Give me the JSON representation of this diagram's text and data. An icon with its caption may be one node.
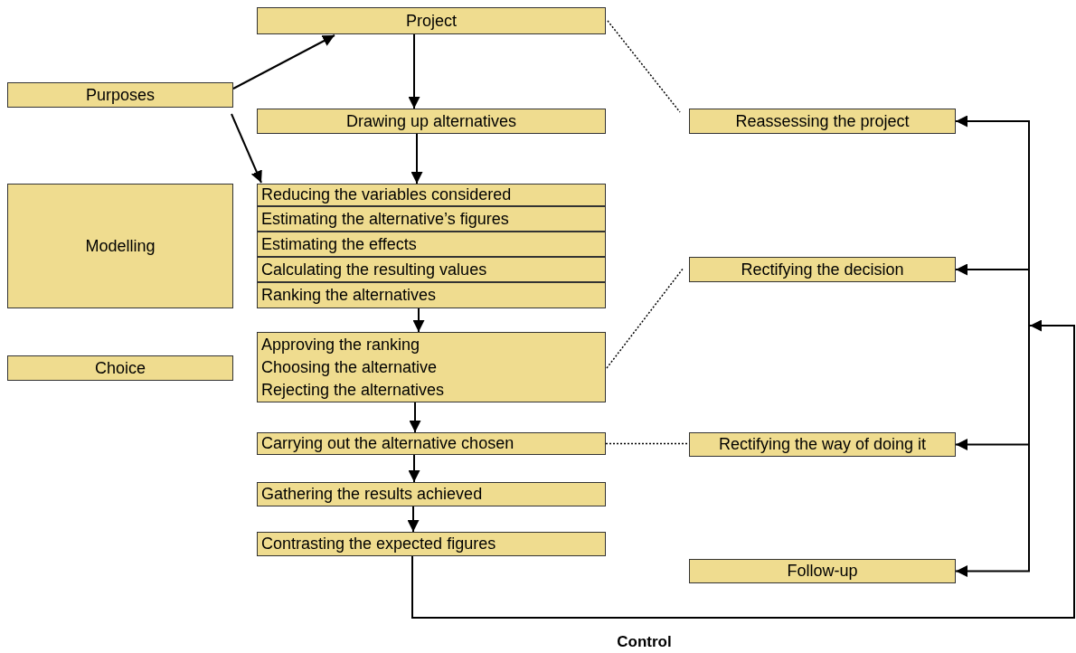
{
  "diagram": {
    "nodes": [
      {
        "text": [
          "Project"
        ]
      },
      {
        "text": [
          "Purposes"
        ]
      },
      {
        "text": [
          "Drawing up alternatives"
        ]
      },
      {
        "text": [
          "Modelling"
        ]
      },
      {
        "text": [
          "Reducing the variables considered"
        ]
      },
      {
        "text": [
          "Estimating the alternative’s figures"
        ]
      },
      {
        "text": [
          "Estimating the effects"
        ]
      },
      {
        "text": [
          "Calculating the resulting values"
        ]
      },
      {
        "text": [
          "Ranking the alternatives"
        ]
      },
      {
        "text": [
          "Approving the ranking",
          "Choosing the alternative",
          "Rejecting the alternatives"
        ]
      },
      {
        "text": [
          "Choice"
        ]
      },
      {
        "text": [
          "Carrying out the alternative chosen"
        ]
      },
      {
        "text": [
          "Gathering the results achieved"
        ]
      },
      {
        "text": [
          "Contrasting the expected figures"
        ]
      },
      {
        "text": [
          "Reassessing the project"
        ]
      },
      {
        "text": [
          "Rectifying the decision"
        ]
      },
      {
        "text": [
          "Rectifying the way of doing it"
        ]
      },
      {
        "text": [
          "Follow-up"
        ]
      }
    ],
    "edges": [
      {
        "from": 1,
        "to": 0,
        "arrow": "to"
      },
      {
        "from": 1,
        "to": 4,
        "arrow": "to"
      },
      {
        "from": 0,
        "to": 2,
        "arrow": "to"
      },
      {
        "from": 2,
        "to": 4,
        "arrow": "to"
      },
      {
        "from": 8,
        "to": 9,
        "arrow": "to"
      },
      {
        "from": 9,
        "to": 11,
        "arrow": "to"
      },
      {
        "from": 11,
        "to": 12,
        "arrow": "to"
      },
      {
        "from": 12,
        "to": 13,
        "arrow": "to"
      },
      {
        "from": 0,
        "to": 14,
        "arrow": "none",
        "style": "dashed"
      },
      {
        "from": 9,
        "to": 15,
        "arrow": "none",
        "style": "dashed"
      },
      {
        "from": 11,
        "to": 16,
        "arrow": "none",
        "style": "dashed"
      },
      {
        "from": 13,
        "to": 14,
        "arrow": "to"
      },
      {
        "from": 13,
        "to": 15,
        "arrow": "to"
      },
      {
        "from": 13,
        "to": 16,
        "arrow": "to"
      },
      {
        "from": 13,
        "to": 17,
        "arrow": "to"
      }
    ],
    "labels": [
      "Control"
    ]
  }
}
